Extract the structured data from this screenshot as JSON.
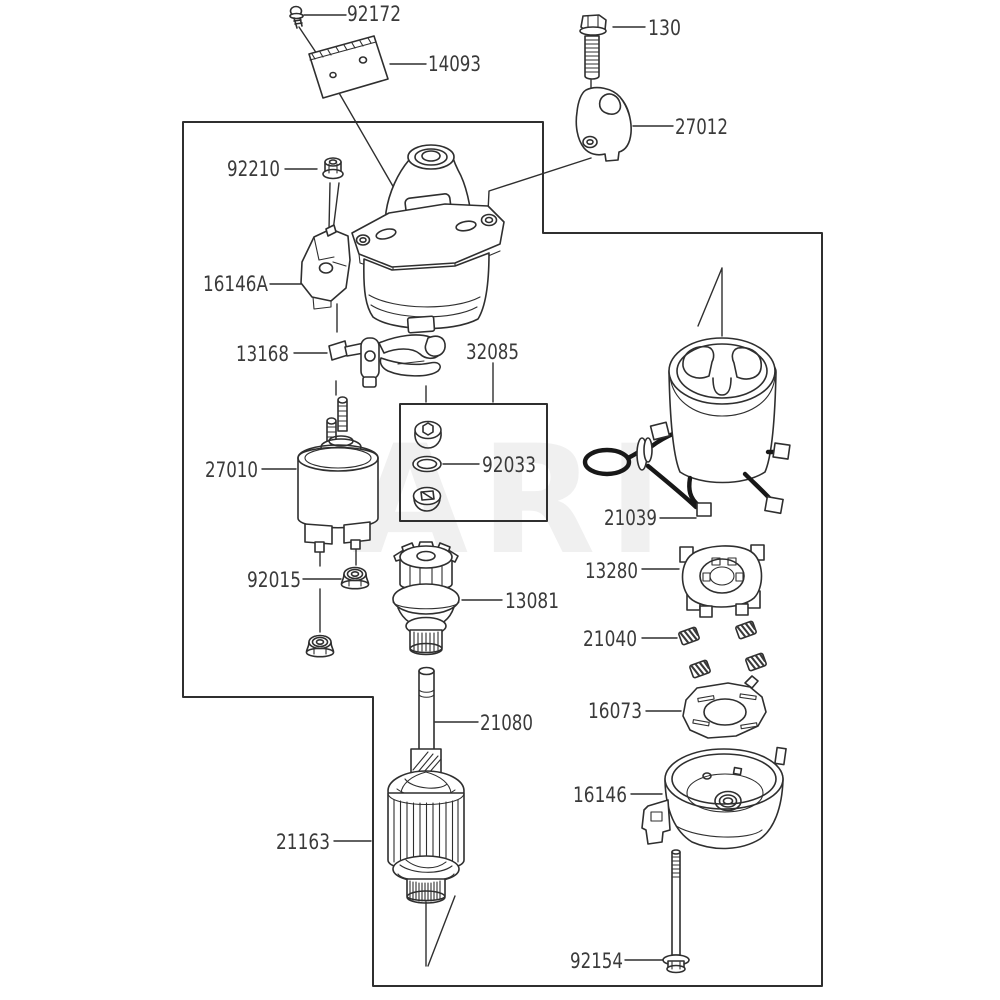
{
  "watermark": "ARI",
  "colors": {
    "line": "#2f2f2f",
    "label": "#3a3a3a",
    "watermark": "#f0f0f0",
    "background": "#ffffff"
  },
  "labels": {
    "92172": "92172",
    "14093": "14093",
    "130": "130",
    "27012": "27012",
    "92210": "92210",
    "16146A": "16146A",
    "13168": "13168",
    "32085": "32085",
    "92033": "92033",
    "27010": "27010",
    "21039": "21039",
    "13280": "13280",
    "21040": "21040",
    "16073": "16073",
    "16146": "16146",
    "92154": "92154",
    "21080": "21080",
    "13081": "13081",
    "92015": "92015",
    "21163": "21163"
  }
}
